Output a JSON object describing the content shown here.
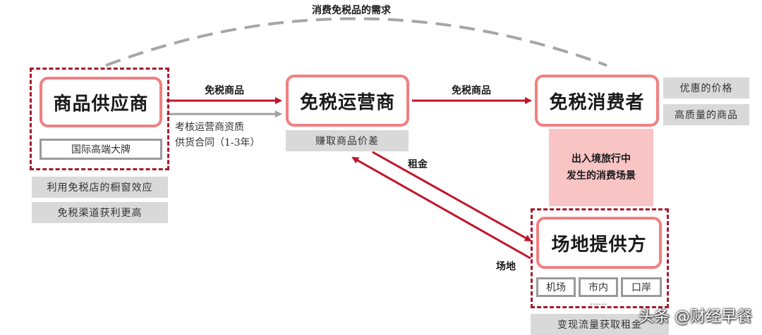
{
  "top_arc_label": "消费免税品的需求",
  "nodes": {
    "supplier": "商品供应商",
    "operator": "免税运营商",
    "consumer": "免税消费者",
    "venue": "场地提供方"
  },
  "edges": {
    "supplier_to_operator": "免税商品",
    "operator_to_consumer": "免税商品",
    "rent": "租金",
    "venue": "场地"
  },
  "assessment_note": [
    "考核运营商资质",
    "供货合同（1-3年）"
  ],
  "supplier_tag": "国际高端大牌",
  "supplier_benefits": [
    "利用免税店的橱窗效应",
    "免税渠道获利更高"
  ],
  "operator_benefit": "赚取商品价差",
  "consumer_benefits": [
    "优惠的价格",
    "高质量的商品"
  ],
  "consumer_scene": [
    "出入境旅行中",
    "发生的消费场景"
  ],
  "venue_tags": [
    "机场",
    "市内",
    "口岸"
  ],
  "venue_ellipsis": "……",
  "venue_benefit": "变现流量获取租金",
  "watermark": "头条 @财经早餐",
  "colors": {
    "accent": "#c0142a",
    "node_border": "#f08080",
    "dash": "#a6192e",
    "grey": "#d9d9d9",
    "pink": "#f8c4c4"
  }
}
